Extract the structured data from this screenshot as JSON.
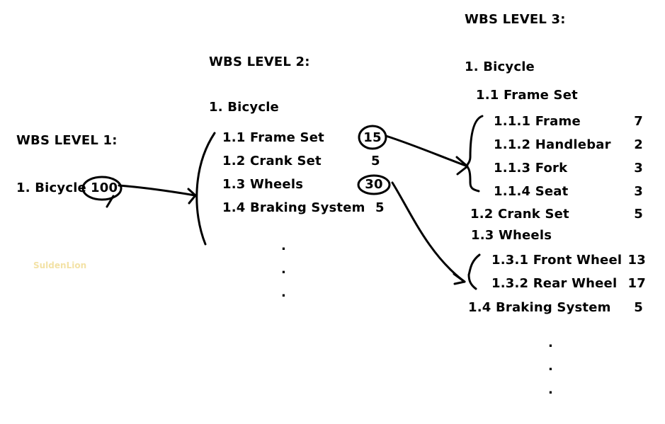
{
  "level1": {
    "heading": "WBS LEVEL 1:",
    "item": "1. Bicycle",
    "value": "100"
  },
  "level2": {
    "heading": "WBS LEVEL 2:",
    "root": "1. Bicycle",
    "items": [
      {
        "label": "1.1 Frame Set",
        "value": "15",
        "circled": true
      },
      {
        "label": "1.2 Crank Set",
        "value": "5",
        "circled": false
      },
      {
        "label": "1.3 Wheels",
        "value": "30",
        "circled": true
      },
      {
        "label": "1.4 Braking System",
        "value": "5",
        "circled": false
      }
    ],
    "continuation": [
      ".",
      ".",
      "."
    ]
  },
  "level3": {
    "heading": "WBS LEVEL 3:",
    "root": "1. Bicycle",
    "frame_set": {
      "label": "1.1 Frame Set",
      "children": [
        {
          "label": "1.1.1 Frame",
          "value": "7"
        },
        {
          "label": "1.1.2 Handlebar",
          "value": "2"
        },
        {
          "label": "1.1.3 Fork",
          "value": "3"
        },
        {
          "label": "1.1.4 Seat",
          "value": "3"
        }
      ]
    },
    "crank_set": {
      "label": "1.2 Crank Set",
      "value": "5"
    },
    "wheels": {
      "label": "1.3 Wheels",
      "children": [
        {
          "label": "1.3.1 Front Wheel",
          "value": "13"
        },
        {
          "label": "1.3.2 Rear Wheel",
          "value": "17"
        }
      ]
    },
    "braking": {
      "label": "1.4 Braking System",
      "value": "5"
    },
    "continuation": [
      ".",
      ".",
      "."
    ]
  },
  "watermark": "SuldenLion"
}
